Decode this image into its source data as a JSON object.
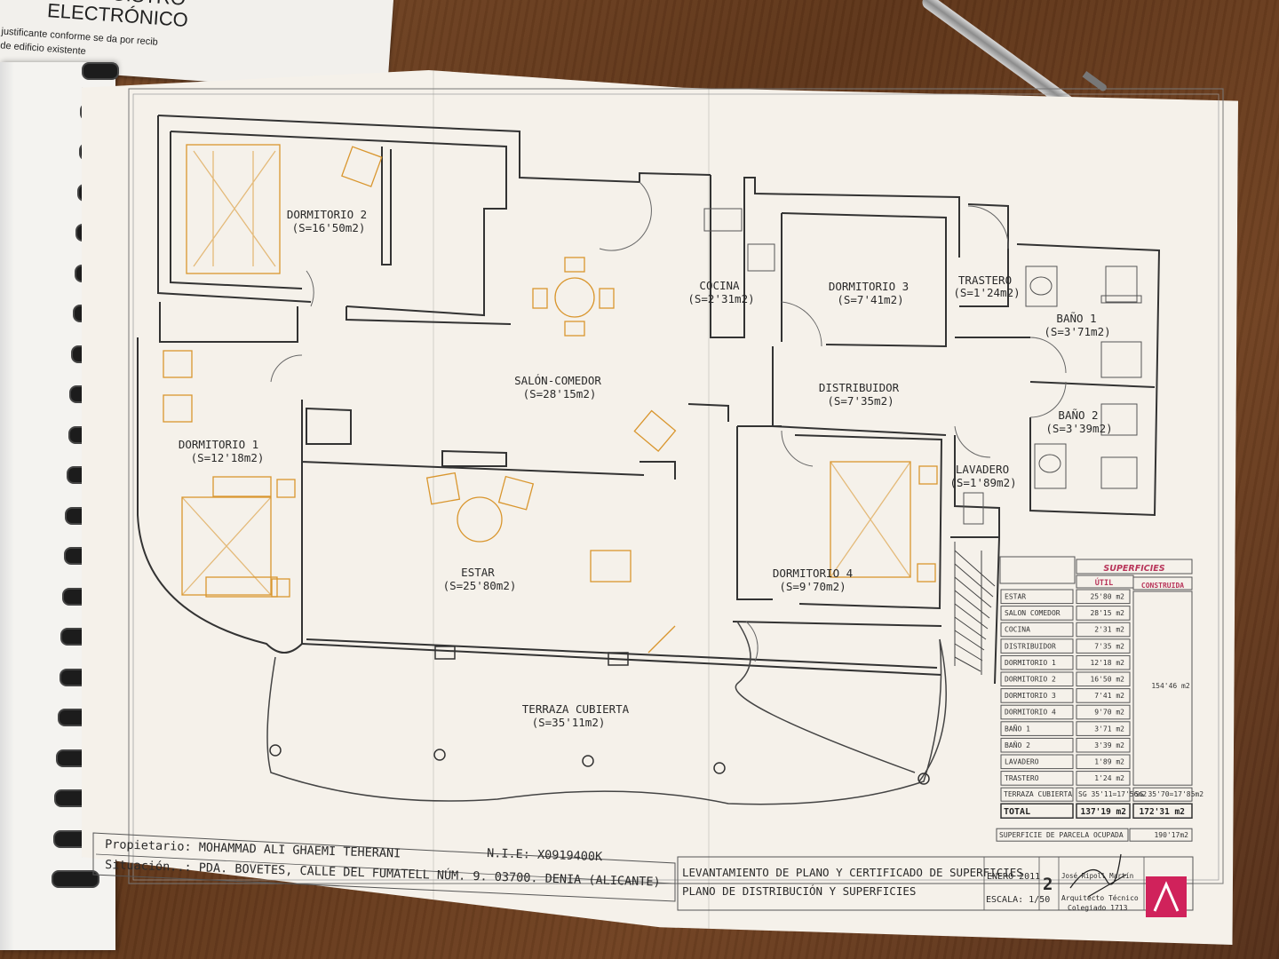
{
  "background_doc": {
    "title_line1": "DE REGISTRO",
    "title_line2": "ELECTRÓNICO",
    "line1": "justificante conforme se da por recib",
    "line2": "de edificio existente"
  },
  "rooms": [
    {
      "name": "DORMITORIO 2",
      "area": "(S=16'50m2)"
    },
    {
      "name": "SALÓN-COMEDOR",
      "area": "(S=28'15m2)"
    },
    {
      "name": "COCINA",
      "area": "(S=2'31m2)"
    },
    {
      "name": "DORMITORIO 3",
      "area": "(S=7'41m2)"
    },
    {
      "name": "TRASTERO",
      "area": "(S=1'24m2)"
    },
    {
      "name": "BAÑO 1",
      "area": "(S=3'71m2)"
    },
    {
      "name": "DISTRIBUIDOR",
      "area": "(S=7'35m2)"
    },
    {
      "name": "BAÑO 2",
      "area": "(S=3'39m2)"
    },
    {
      "name": "DORMITORIO 1",
      "area": "(S=12'18m2)"
    },
    {
      "name": "LAVADERO",
      "area": "(S=1'89m2)"
    },
    {
      "name": "ESTAR",
      "area": "(S=25'80m2)"
    },
    {
      "name": "DORMITORIO 4",
      "area": "(S=9'70m2)"
    },
    {
      "name": "TERRAZA CUBIERTA",
      "area": "(S=35'11m2)"
    }
  ],
  "surfaces_table": {
    "title": "SUPERFICIES",
    "col_util": "ÚTIL",
    "col_construida": "CONSTRUIDA",
    "rows": [
      {
        "label": "ESTAR",
        "util": "25'80 m2"
      },
      {
        "label": "SALON COMEDOR",
        "util": "28'15 m2"
      },
      {
        "label": "COCINA",
        "util": "2'31 m2"
      },
      {
        "label": "DISTRIBUIDOR",
        "util": "7'35 m2"
      },
      {
        "label": "DORMITORIO 1",
        "util": "12'18 m2"
      },
      {
        "label": "DORMITORIO 2",
        "util": "16'50 m2"
      },
      {
        "label": "DORMITORIO 3",
        "util": "7'41 m2"
      },
      {
        "label": "DORMITORIO 4",
        "util": "9'70 m2"
      },
      {
        "label": "BAÑO 1",
        "util": "3'71 m2"
      },
      {
        "label": "BAÑO 2",
        "util": "3'39 m2"
      },
      {
        "label": "LAVADERO",
        "util": "1'89 m2"
      },
      {
        "label": "TRASTERO",
        "util": "1'24 m2"
      }
    ],
    "construida_value": "154'46 m2",
    "terraza_label": "TERRAZA CUBIERTA",
    "terraza_util": "SG 35'11=17'56m2",
    "terraza_construida": "SG 35'70=17'85m2",
    "total_label": "TOTAL",
    "total_util": "137'19 m2",
    "total_construida": "172'31 m2",
    "parcela_label": "SUPERFICIE DE PARCELA OCUPADA",
    "parcela_value": "190'17m2"
  },
  "title_block": {
    "owner": "Propietario: MOHAMMAD ALI GHAEMI TEHERANI",
    "nie": "N.I.E: X0919400K",
    "location": "Situación..: PDA. BOVETES, CALLE DEL FUMATELL NÚM. 9.  03700. DENIA (ALICANTE)",
    "project_title1": "LEVANTAMIENTO DE PLANO Y CERTIFICADO DE SUPERFICIES",
    "project_title2": "PLANO DE DISTRIBUCIÓN Y SUPERFICIES",
    "date": "ENERO 2011",
    "sheet_number": "2",
    "scale": "ESCALA: 1/50",
    "author_name": "José Ripoll Martín",
    "author_title": "Arquitecto Técnico",
    "author_college": "Colegiado 1713"
  },
  "colors": {
    "paper": "#f5f1ea",
    "ink": "#2a2a2a",
    "furniture": "#d9962e",
    "logo": "#d0225b",
    "table_header": "#b8355a"
  }
}
